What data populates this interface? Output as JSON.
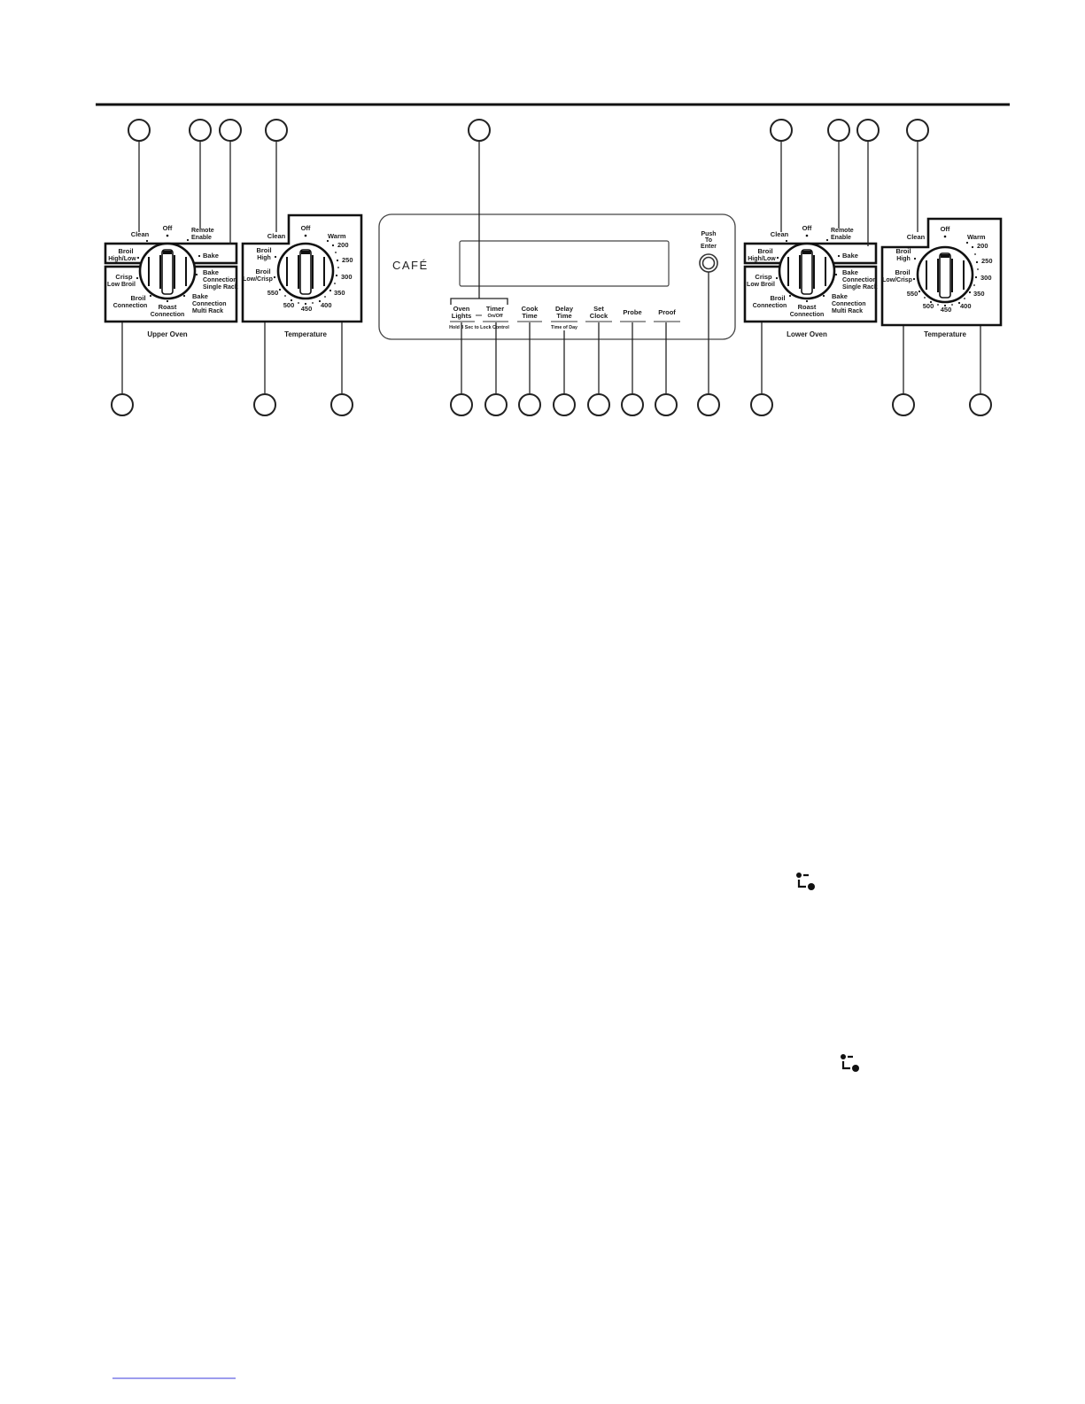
{
  "panel": {
    "logo": "CAFÉ",
    "push_to_enter": [
      "Push",
      "To",
      "Enter"
    ],
    "buttons": {
      "oven_lights": [
        "Oven",
        "Lights"
      ],
      "timer": "Timer",
      "timer_sub": "On/Off",
      "lock_note": "Hold 3 Sec to Lock Control",
      "cook_time": [
        "Cook",
        "Time"
      ],
      "delay_time": [
        "Delay",
        "Time"
      ],
      "delay_sub": "Time of Day",
      "set_clock": [
        "Set",
        "Clock"
      ],
      "probe": "Probe",
      "proof": "Proof"
    }
  },
  "mode_knob": {
    "clean": "Clean",
    "off": "Off",
    "remote_enable": [
      "Remote",
      "Enable"
    ],
    "broil": [
      "Broil",
      "High/Low"
    ],
    "bake": "Bake",
    "crisp": [
      "Crisp",
      "Low Broil"
    ],
    "bake_conv_single": [
      "Bake",
      "Connection",
      "Single Rack"
    ],
    "broil_conv": [
      "Broil",
      "Connection"
    ],
    "roast": [
      "Roast",
      "Connection"
    ],
    "bake_conv_multi": [
      "Bake",
      "Connection",
      "Multi Rack"
    ],
    "upper_caption": "Upper Oven",
    "lower_caption": "Lower Oven"
  },
  "temp_knob": {
    "clean": "Clean",
    "off": "Off",
    "warm": "Warm",
    "broil_high": [
      "Broil",
      "High"
    ],
    "broil_low": [
      "Broil",
      "Low/Crisp"
    ],
    "temps": [
      "200",
      "250",
      "300",
      "350",
      "400",
      "450",
      "500",
      "550"
    ],
    "caption": "Temperature"
  },
  "icons": [
    "lock-icon",
    "lock-icon"
  ]
}
